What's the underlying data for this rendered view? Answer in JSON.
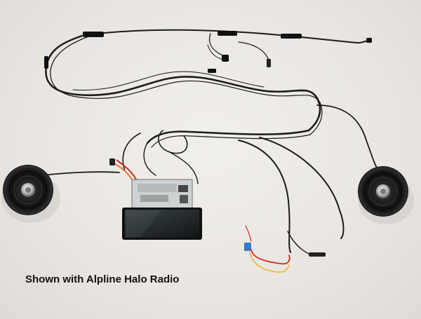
{
  "caption": "Shown with Alpline Halo Radio",
  "image": {
    "objects": [
      "speaker-left",
      "speaker-right",
      "wiring-harness",
      "head-unit-radio",
      "power-wires"
    ],
    "colors": {
      "floor": "#ebe8e4",
      "wire": "#1b1b1b",
      "speaker": "#202020",
      "power_red": "#d62828",
      "power_yellow": "#e6c23c",
      "fuse_blue": "#3a78c8"
    }
  }
}
